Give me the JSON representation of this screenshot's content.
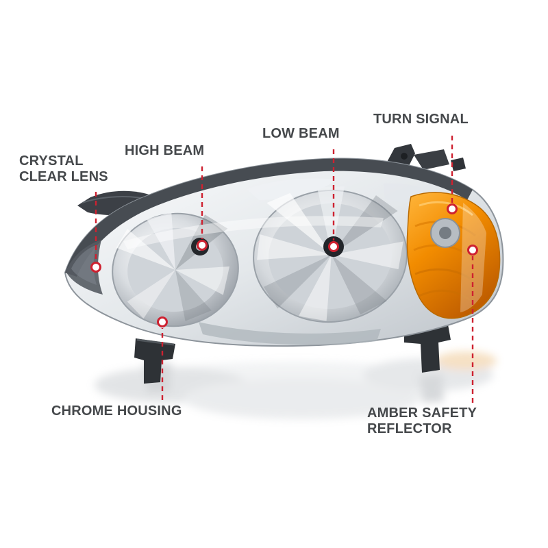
{
  "page": {
    "background_color": "#ffffff",
    "type": "annotated product diagram"
  },
  "product": {
    "subject": "automotive headlight assembly",
    "colors": {
      "callout_red": "#ce2130",
      "label_text": "#45484b",
      "amber_reflector": "#f28c00",
      "chrome_housing": "#d6dade",
      "dark_housing": "#33373c"
    }
  },
  "callouts": {
    "crystal_clear_lens": {
      "label": "CRYSTAL\nCLEAR LENS"
    },
    "high_beam": {
      "label": "HIGH BEAM"
    },
    "low_beam": {
      "label": "LOW BEAM"
    },
    "turn_signal": {
      "label": "TURN SIGNAL"
    },
    "chrome_housing": {
      "label": "CHROME HOUSING"
    },
    "amber_safety_reflector": {
      "label": "AMBER SAFETY\nREFLECTOR"
    }
  }
}
